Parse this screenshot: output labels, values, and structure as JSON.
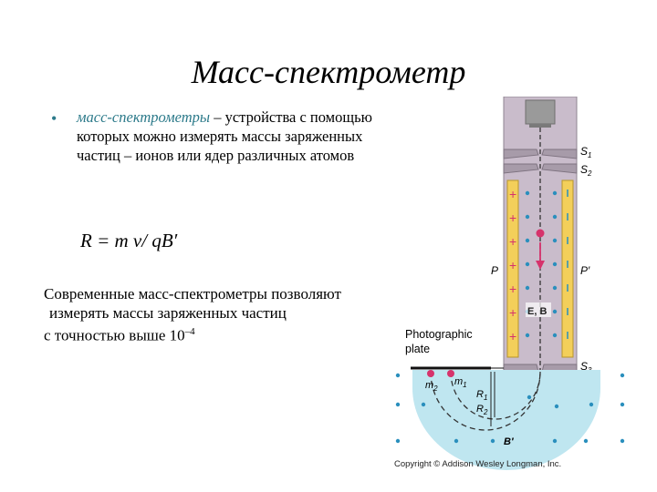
{
  "slide": {
    "title": "Масс-спектрометр",
    "bullet_symbol": "•",
    "bullet_term": "масс-спектрометры",
    "bullet_rest": " – устройства с помощью которых можно измерять массы заряженных частиц – ионов или ядер различных атомов",
    "formula": "R = m v/ qB′",
    "modern_line1": "Современные масс-спектрометры позволяют",
    "modern_line2": "измерять массы заряженных частиц",
    "modern_line3_base": "с точностью выше 10",
    "modern_line3_exp": "–4"
  },
  "diagram": {
    "label_s1": "S",
    "label_s1_sub": "1",
    "label_s2": "S",
    "label_s2_sub": "2",
    "label_s3": "S",
    "label_s3_sub": "3",
    "label_p": "P",
    "label_p_prime": "P′",
    "label_photographic": "Photographic",
    "label_plate": "plate",
    "label_eb": "E, B",
    "label_m2": "m",
    "label_m2_sub": "2",
    "label_m1": "m",
    "label_m1_sub": "1",
    "label_r1": "R",
    "label_r1_sub": "1",
    "label_r2": "R",
    "label_r2_sub": "2",
    "label_b_prime": "B′",
    "copyright": "Copyright © Addison Wesley Longman, Inc.",
    "colors": {
      "tube": "#c9bccb",
      "tube_dark": "#8f8491",
      "plate_bar": "#f3cf5a",
      "plus": "#d6336c",
      "field_dot": "#2a8fbd",
      "basin": "#bfe6f0",
      "ion": "#d6336c"
    }
  }
}
